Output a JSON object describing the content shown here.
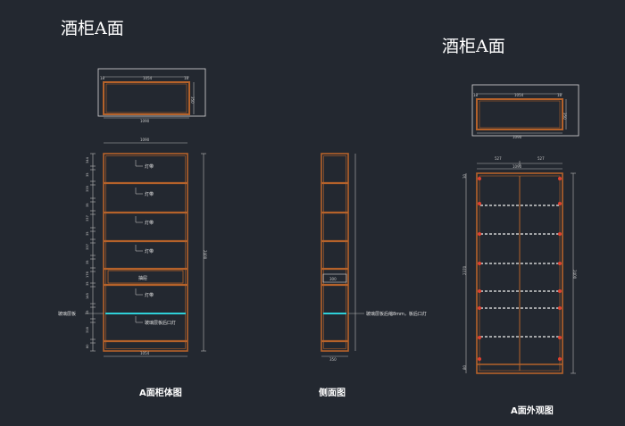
{
  "titles": {
    "left": "酒柜A面",
    "right": "酒柜A面"
  },
  "captions": {
    "body": "A面柜体图",
    "side": "侧面图",
    "exterior": "A面外观图"
  },
  "labels": {
    "light": "灯带",
    "drawer": "抽屉",
    "glass_shelf": "玻璃层板",
    "glass_shelf_note": "玻璃层板后口灯",
    "side_note": "玻璃层板后缩8mm，板后口灯",
    "side_drawer_dim": "300"
  },
  "dims": {
    "plan_inner": "1054",
    "plan_total": "1090",
    "plan_side": "18",
    "plan_depth": "350",
    "front_top": "1090",
    "front_bottom": "1054",
    "front_height": "2400",
    "side_bottom": "350",
    "ext_left": "527",
    "ext_right": "527",
    "ext_total": "1090",
    "ext_height_a": "2370",
    "ext_height_b": "2400",
    "ext_top": "30",
    "ext_bottom": "80",
    "left_rail": [
      "344",
      "35",
      "335",
      "35",
      "337",
      "35",
      "337",
      "35",
      "178",
      "35",
      "145",
      "35",
      "318",
      "80"
    ]
  }
}
